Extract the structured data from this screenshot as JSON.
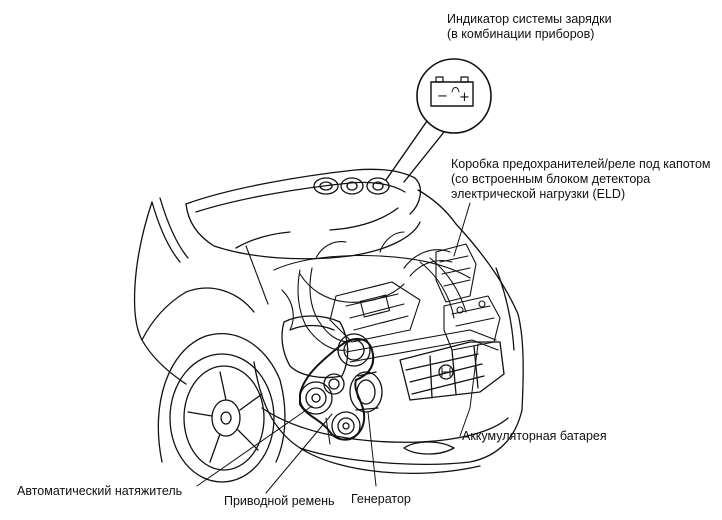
{
  "labels": {
    "indicator": [
      "Индикатор системы зарядки",
      "(в комбинации приборов)"
    ],
    "fusebox": [
      "Коробка предохранителей/реле под капотом",
      "(со встроенным блоком детектора",
      "электрической нагрузки (ELD)"
    ],
    "battery": "Аккумуляторная батарея",
    "tensioner": "Автоматический натяжитель",
    "belt": "Приводной ремень",
    "alternator": "Генератор"
  },
  "battery_symbol": {
    "minus": "−",
    "plus": "+"
  },
  "colors": {
    "ink": "#111111",
    "paper": "#ffffff"
  }
}
